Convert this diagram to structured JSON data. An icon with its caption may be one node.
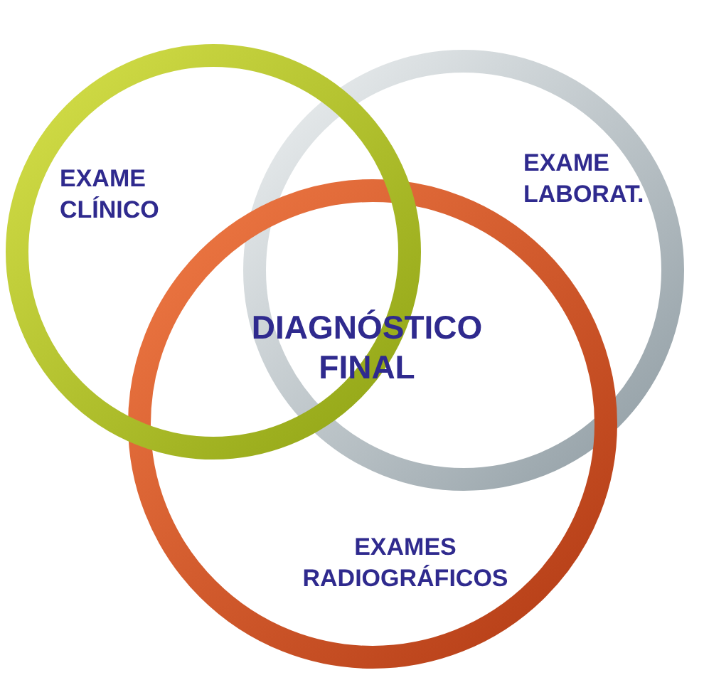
{
  "diagram": {
    "nodes": [
      {
        "text": [
          "EXAME CLÍNICO"
        ]
      },
      {
        "text": [
          "EXAME LABORAT."
        ]
      },
      {
        "text": [
          "EXAMES RADIOGRÁFICOS"
        ]
      }
    ],
    "labels": [
      "DIAGNÓSTICO FINAL"
    ]
  }
}
